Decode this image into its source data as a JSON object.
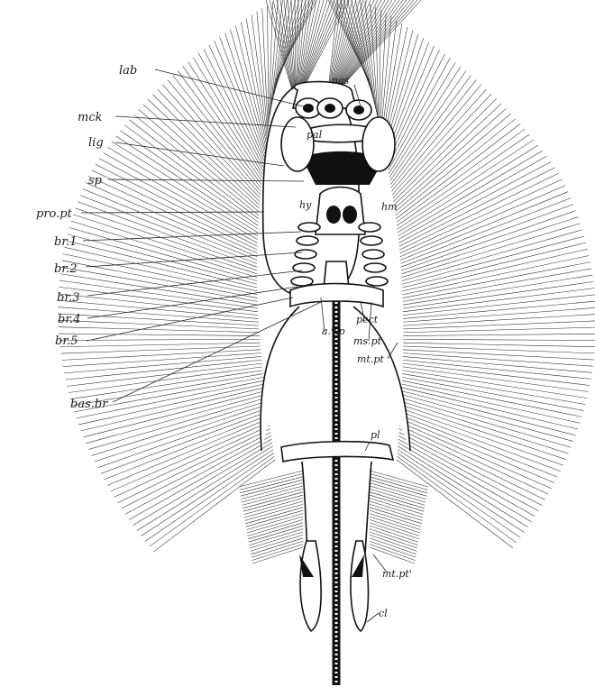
{
  "figure": {
    "labels": {
      "lab": "lab",
      "mck": "mck",
      "lig": "lig",
      "sp": "sp",
      "pro_pt": "pro.pt",
      "br1": "br.1",
      "br2": "br.2",
      "br3": "br.3",
      "br4": "br.4",
      "br5": "br.5",
      "bas_br": "bas.br",
      "nas": "nas",
      "pal": "pal",
      "hy": "hy",
      "hm": "hm",
      "a_v_p": "a.v.p",
      "pect": "pect",
      "ms_pt": "ms.pt",
      "mt_pt": "mt.pt",
      "pl": "pl",
      "mt_pt2": "mt.pt'",
      "cl": "cl"
    }
  }
}
